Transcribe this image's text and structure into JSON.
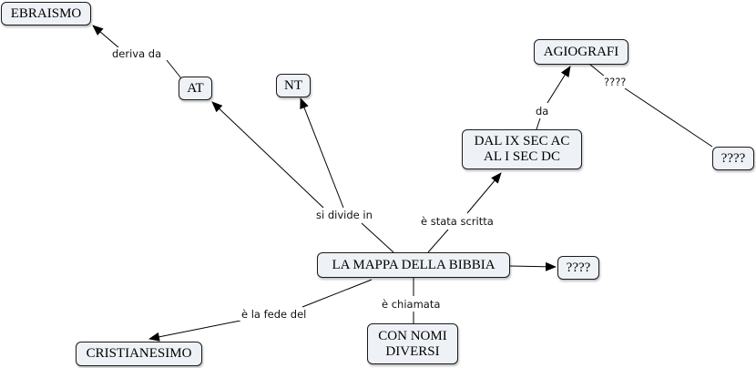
{
  "nodes": {
    "ebraismo": "EBRAISMO",
    "at": "AT",
    "nt": "NT",
    "agiografi": "AGIOGRAFI",
    "dal_ix": "DAL IX SEC AC\nAL I SEC DC",
    "unknown_right": "????",
    "center": "LA MAPPA DELLA BIBBIA",
    "unknown_mid": "????",
    "con_nomi": "CON NOMI\nDIVERSI",
    "cristianesimo": "CRISTIANESIMO"
  },
  "links": {
    "deriva_da": "deriva da",
    "si_divide_in": "si divide in",
    "e_stata_scritta": "è stata scritta",
    "da": "da",
    "unknown_label": "????",
    "e_chiamata": "è chiamata",
    "e_la_fede_del": "è la fede del"
  },
  "colors": {
    "node_fill": "#eef2f6",
    "line": "#000000"
  }
}
